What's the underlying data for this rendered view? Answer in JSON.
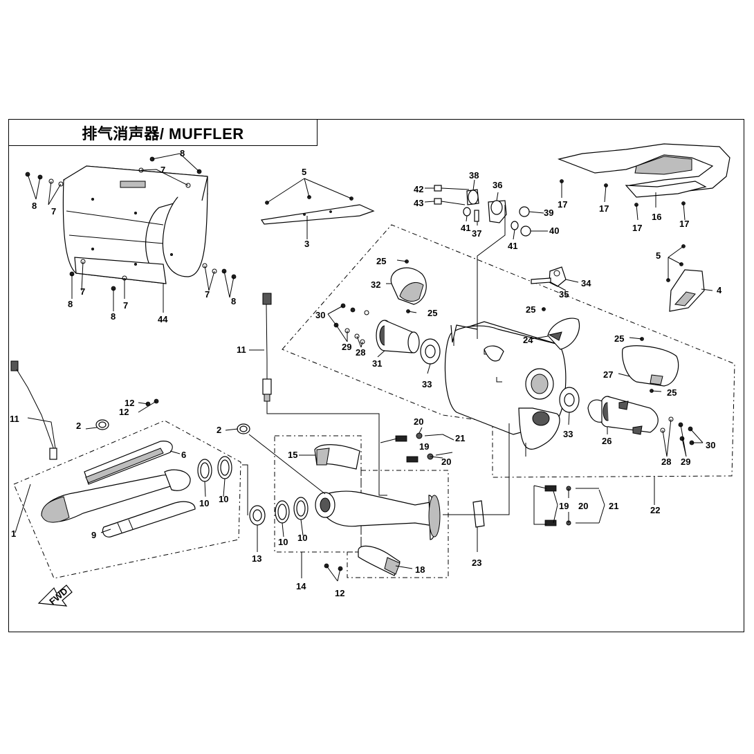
{
  "title": "排气消声器/ MUFFLER",
  "fwd_label": "FWD",
  "callouts": [
    {
      "id": "c1",
      "text": "1"
    },
    {
      "id": "c2a",
      "text": "2"
    },
    {
      "id": "c2b",
      "text": "2"
    },
    {
      "id": "c3",
      "text": "3"
    },
    {
      "id": "c4",
      "text": "4"
    },
    {
      "id": "c5a",
      "text": "5"
    },
    {
      "id": "c5b",
      "text": "5"
    },
    {
      "id": "c6",
      "text": "6"
    },
    {
      "id": "c7a",
      "text": "7"
    },
    {
      "id": "c7b",
      "text": "7"
    },
    {
      "id": "c7c",
      "text": "7"
    },
    {
      "id": "c7d",
      "text": "7"
    },
    {
      "id": "c7e",
      "text": "7"
    },
    {
      "id": "c8a",
      "text": "8"
    },
    {
      "id": "c8b",
      "text": "8"
    },
    {
      "id": "c8c",
      "text": "8"
    },
    {
      "id": "c8d",
      "text": "8"
    },
    {
      "id": "c8e",
      "text": "8"
    },
    {
      "id": "c9",
      "text": "9"
    },
    {
      "id": "c10a",
      "text": "10"
    },
    {
      "id": "c10b",
      "text": "10"
    },
    {
      "id": "c10c",
      "text": "10"
    },
    {
      "id": "c10d",
      "text": "10"
    },
    {
      "id": "c11a",
      "text": "11"
    },
    {
      "id": "c11b",
      "text": "11"
    },
    {
      "id": "c12a",
      "text": "12"
    },
    {
      "id": "c12b",
      "text": "12"
    },
    {
      "id": "c12c",
      "text": "12"
    },
    {
      "id": "c13",
      "text": "13"
    },
    {
      "id": "c14",
      "text": "14"
    },
    {
      "id": "c15",
      "text": "15"
    },
    {
      "id": "c16",
      "text": "16"
    },
    {
      "id": "c17a",
      "text": "17"
    },
    {
      "id": "c17b",
      "text": "17"
    },
    {
      "id": "c17c",
      "text": "17"
    },
    {
      "id": "c17d",
      "text": "17"
    },
    {
      "id": "c18",
      "text": "18"
    },
    {
      "id": "c19a",
      "text": "19"
    },
    {
      "id": "c19b",
      "text": "19"
    },
    {
      "id": "c20a",
      "text": "20"
    },
    {
      "id": "c20b",
      "text": "20"
    },
    {
      "id": "c20c",
      "text": "20"
    },
    {
      "id": "c21a",
      "text": "21"
    },
    {
      "id": "c21b",
      "text": "21"
    },
    {
      "id": "c22",
      "text": "22"
    },
    {
      "id": "c23",
      "text": "23"
    },
    {
      "id": "c24",
      "text": "24"
    },
    {
      "id": "c25a",
      "text": "25"
    },
    {
      "id": "c25b",
      "text": "25"
    },
    {
      "id": "c25c",
      "text": "25"
    },
    {
      "id": "c25d",
      "text": "25"
    },
    {
      "id": "c25e",
      "text": "25"
    },
    {
      "id": "c26",
      "text": "26"
    },
    {
      "id": "c27",
      "text": "27"
    },
    {
      "id": "c28a",
      "text": "28"
    },
    {
      "id": "c28b",
      "text": "28"
    },
    {
      "id": "c29a",
      "text": "29"
    },
    {
      "id": "c29b",
      "text": "29"
    },
    {
      "id": "c30a",
      "text": "30"
    },
    {
      "id": "c30b",
      "text": "30"
    },
    {
      "id": "c31",
      "text": "31"
    },
    {
      "id": "c32",
      "text": "32"
    },
    {
      "id": "c33a",
      "text": "33"
    },
    {
      "id": "c33b",
      "text": "33"
    },
    {
      "id": "c34",
      "text": "34"
    },
    {
      "id": "c35",
      "text": "35"
    },
    {
      "id": "c36",
      "text": "36"
    },
    {
      "id": "c37",
      "text": "37"
    },
    {
      "id": "c38",
      "text": "38"
    },
    {
      "id": "c39",
      "text": "39"
    },
    {
      "id": "c40",
      "text": "40"
    },
    {
      "id": "c41a",
      "text": "41"
    },
    {
      "id": "c41b",
      "text": "41"
    },
    {
      "id": "c42",
      "text": "42"
    },
    {
      "id": "c43",
      "text": "43"
    },
    {
      "id": "c44",
      "text": "44"
    }
  ]
}
